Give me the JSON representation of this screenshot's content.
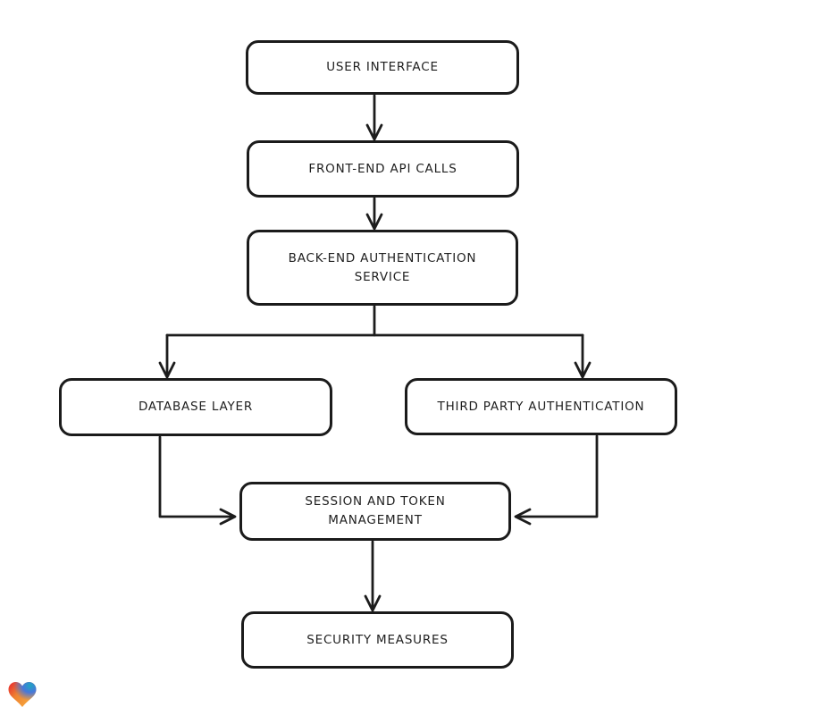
{
  "canvas": {
    "background_color": "#ffffff",
    "stroke_color": "#1c1c1c",
    "node_fill_color": "#ffffff",
    "node_border_color": "#1b1b1b",
    "text_color": "#1f1f1f"
  },
  "diagram": {
    "type": "flowchart",
    "direction": "top-down",
    "nodes": [
      {
        "id": "user-interface",
        "label": "USER INTERFACE"
      },
      {
        "id": "front-end-api-calls",
        "label": "FRONT-END API CALLS"
      },
      {
        "id": "back-end-authentication-service",
        "label": "BACK-END AUTHENTICATION SERVICE"
      },
      {
        "id": "database-layer",
        "label": "DATABASE LAYER"
      },
      {
        "id": "third-party-authentication",
        "label": "THIRD PARTY AUTHENTICATION"
      },
      {
        "id": "session-and-token-management",
        "label": "SESSION AND TOKEN MANAGEMENT"
      },
      {
        "id": "security-measures",
        "label": "SECURITY MEASURES"
      }
    ],
    "edges": [
      {
        "from": "user-interface",
        "to": "front-end-api-calls"
      },
      {
        "from": "front-end-api-calls",
        "to": "back-end-authentication-service"
      },
      {
        "from": "back-end-authentication-service",
        "to": "database-layer"
      },
      {
        "from": "back-end-authentication-service",
        "to": "third-party-authentication"
      },
      {
        "from": "database-layer",
        "to": "session-and-token-management"
      },
      {
        "from": "third-party-authentication",
        "to": "session-and-token-management"
      },
      {
        "from": "session-and-token-management",
        "to": "security-measures"
      }
    ]
  },
  "watermark": {
    "icon": "gradient-heart-logo",
    "colors": {
      "red": "#e8232e",
      "orange": "#ee8231",
      "amber": "#f7a93d",
      "teal": "#1fa6c0",
      "blue": "#3e76e3"
    }
  }
}
